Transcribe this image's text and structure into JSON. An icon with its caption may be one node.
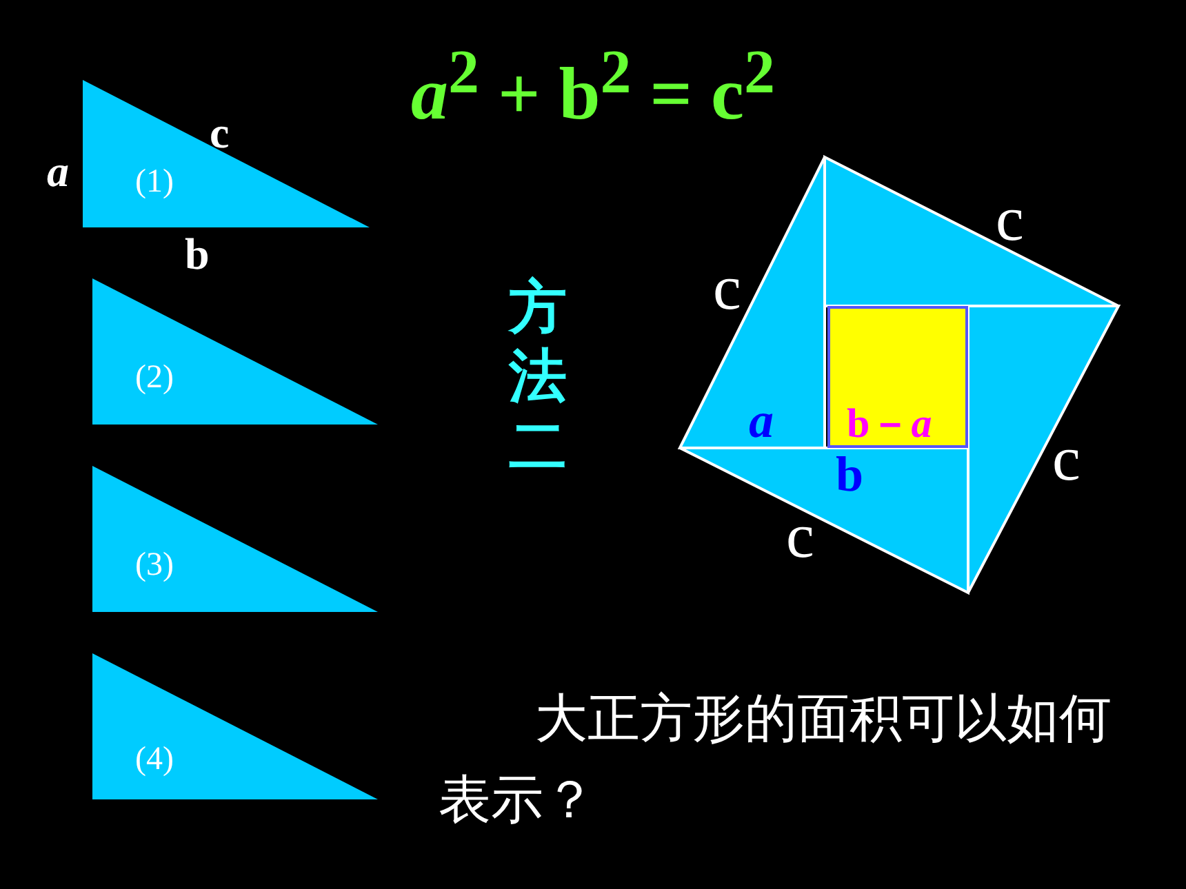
{
  "diagram": {
    "title": "*a*$^{2}$ + b$^{2}$ = c$^{2}$",
    "nodes": [
      {
        "text": [
          "(1)"
        ],
        "beside": [
          "*a*",
          "c",
          "b"
        ]
      },
      {
        "text": [
          "(2)"
        ]
      },
      {
        "text": [
          "(3)"
        ]
      },
      {
        "text": [
          "(4)"
        ]
      },
      {
        "text": [
          "b－*a*"
        ]
      }
    ],
    "labels": [
      "方法二",
      "c",
      "c",
      "*a*",
      "c",
      "b",
      "c",
      "大正方形的面积可以如何表示？"
    ]
  }
}
